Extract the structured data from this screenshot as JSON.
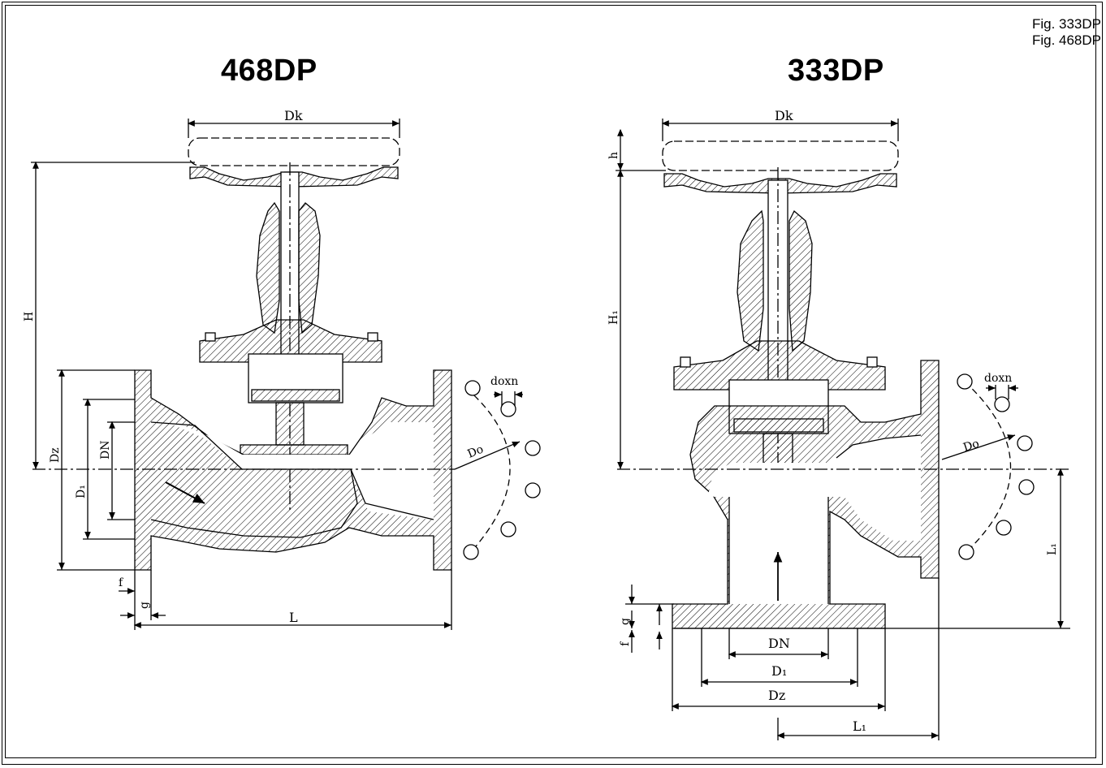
{
  "figure_refs": [
    "Fig. 333DP",
    "Fig. 468DP"
  ],
  "left_view": {
    "title": "468DP",
    "dims": {
      "Dk": "Dk",
      "H": "H",
      "Dz": "Dz",
      "D1": "D₁",
      "DN": "DN",
      "f": "f",
      "g": "g",
      "L": "L",
      "Do": "Do",
      "doxn": "doxn"
    }
  },
  "right_view": {
    "title": "333DP",
    "dims": {
      "Dk": "Dk",
      "h": "h",
      "H1": "H₁",
      "L1": "L₁",
      "Do": "Do",
      "doxn": "doxn",
      "g": "g",
      "f": "f",
      "DN": "DN",
      "D1": "D₁",
      "Dz": "Dz",
      "L1_bottom": "L₁"
    }
  }
}
